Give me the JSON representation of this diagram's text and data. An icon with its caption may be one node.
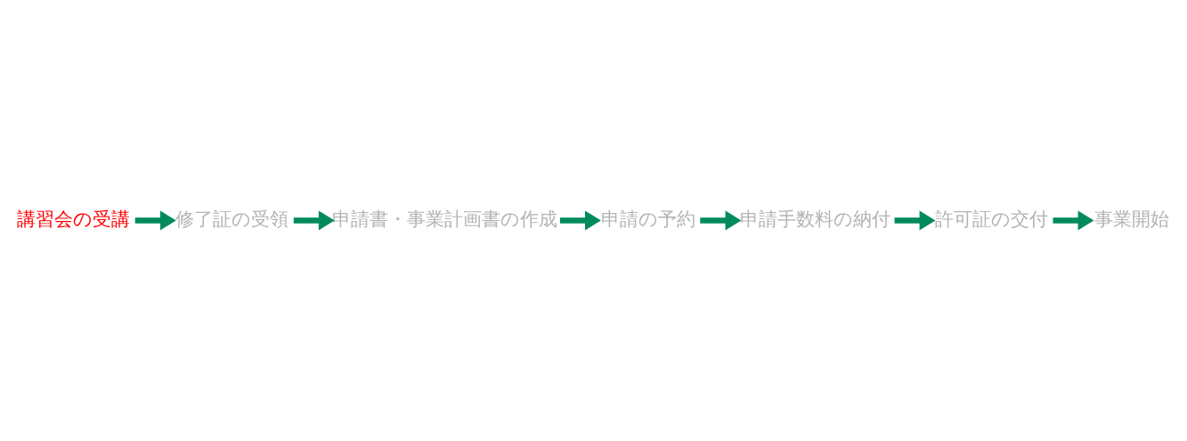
{
  "diagram": {
    "nodes": [
      {
        "text": [
          "講習会の受講"
        ]
      },
      {
        "text": [
          "修了証の受領"
        ]
      },
      {
        "text": [
          "申請書・事業計画書の作成"
        ]
      },
      {
        "text": [
          "申請の予約"
        ]
      },
      {
        "text": [
          "申請手数料の納付"
        ]
      },
      {
        "text": [
          "許可証の交付"
        ]
      },
      {
        "text": [
          "事業開始"
        ]
      }
    ],
    "edges": [
      {
        "from": 0,
        "to": 1,
        "arrow": "to"
      },
      {
        "from": 1,
        "to": 2,
        "arrow": "to"
      },
      {
        "from": 2,
        "to": 3,
        "arrow": "to"
      },
      {
        "from": 3,
        "to": 4,
        "arrow": "to"
      },
      {
        "from": 4,
        "to": 5,
        "arrow": "to"
      },
      {
        "from": 5,
        "to": 6,
        "arrow": "to"
      }
    ]
  }
}
